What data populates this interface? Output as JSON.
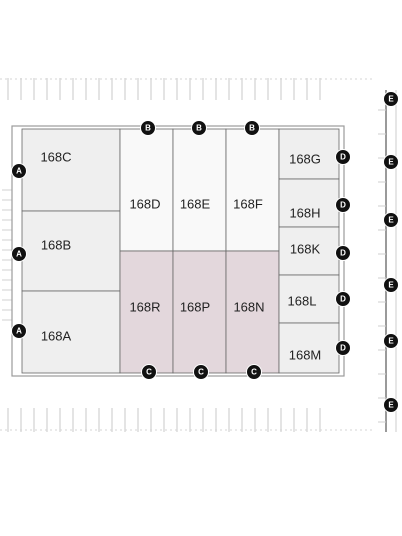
{
  "colors": {
    "light": "#efefef",
    "white": "#f9f9f9",
    "highlight": "#e3d7dc",
    "marker": "#111111",
    "outline": "#666666"
  },
  "units": [
    {
      "id": "168C",
      "fill": "light"
    },
    {
      "id": "168B",
      "fill": "light"
    },
    {
      "id": "168A",
      "fill": "light"
    },
    {
      "id": "168D",
      "fill": "white"
    },
    {
      "id": "168E",
      "fill": "white"
    },
    {
      "id": "168F",
      "fill": "white"
    },
    {
      "id": "168R",
      "fill": "highlight"
    },
    {
      "id": "168P",
      "fill": "highlight"
    },
    {
      "id": "168N",
      "fill": "highlight"
    },
    {
      "id": "168G",
      "fill": "light"
    },
    {
      "id": "168H",
      "fill": "light"
    },
    {
      "id": "168K",
      "fill": "light"
    },
    {
      "id": "168L",
      "fill": "light"
    },
    {
      "id": "168M",
      "fill": "light"
    }
  ],
  "markers": {
    "A": "A",
    "B": "B",
    "C": "C",
    "D": "D",
    "E": "E"
  }
}
